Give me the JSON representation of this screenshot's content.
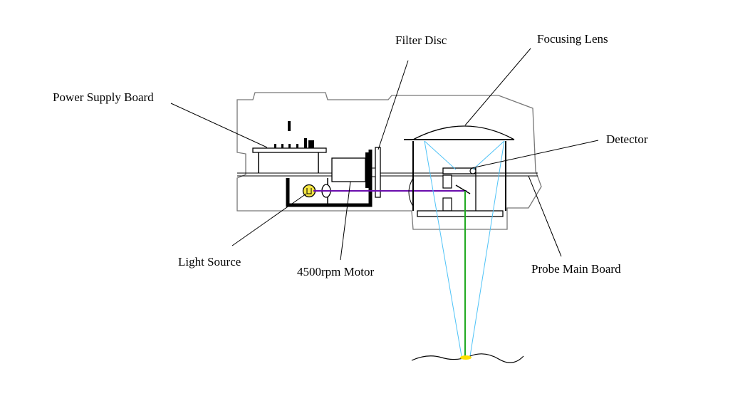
{
  "labels": {
    "power_supply_board": "Power Supply Board",
    "filter_disc": "Filter Disc",
    "focusing_lens": "Focusing Lens",
    "detector": "Detector",
    "light_source": "Light Source",
    "motor": "4500rpm Motor",
    "probe_main_board": "Probe Main Board"
  },
  "colors": {
    "outline": "#000000",
    "light_beam": "#6a0dad",
    "detector_beam": "#22aa22",
    "focus_cone": "#4fc3f7",
    "lamp": "#f5e642",
    "spot": "#ffe000"
  }
}
